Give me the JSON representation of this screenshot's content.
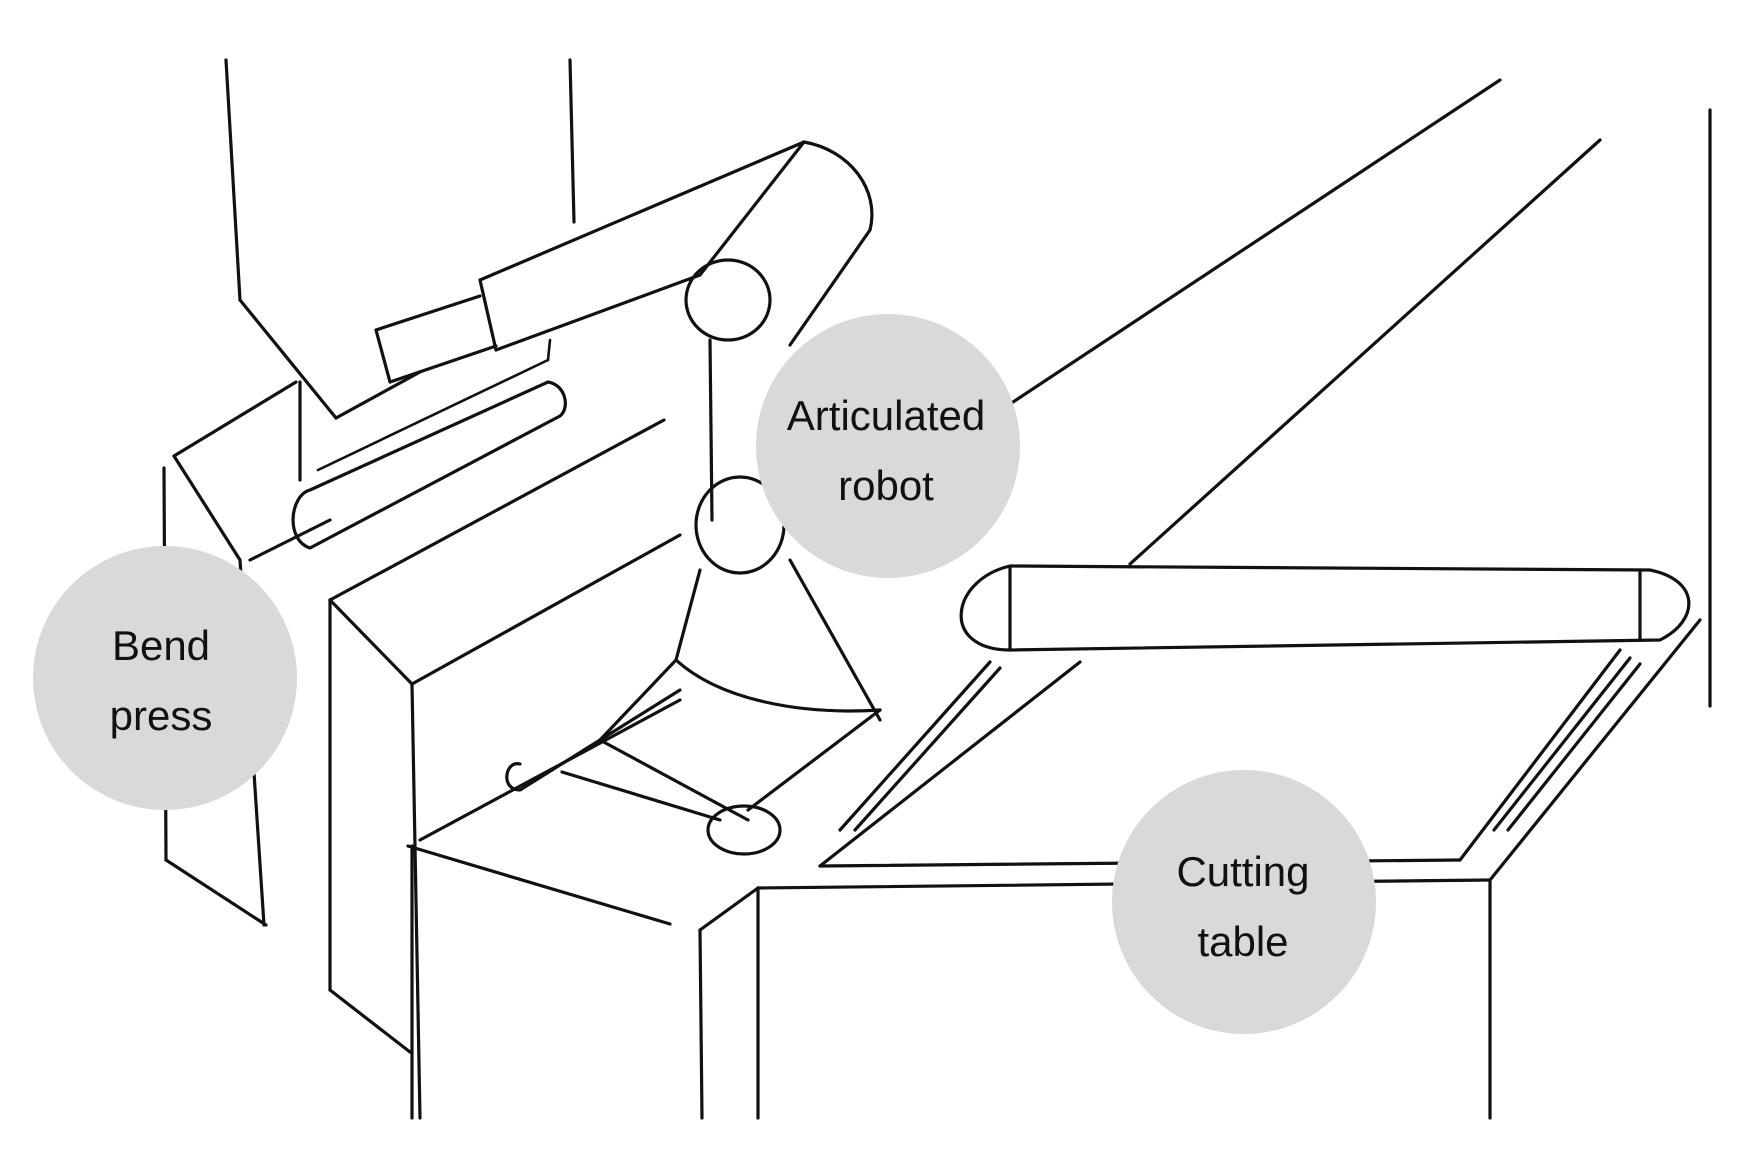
{
  "colors": {
    "background": "#ffffff",
    "ink": "#111111",
    "label_bubble": "#d9d9d9"
  },
  "labels": {
    "bend_press": {
      "line1": "Bend",
      "line2": "press"
    },
    "articulated_robot": {
      "line1": "Articulated",
      "line2": "robot"
    },
    "cutting_table": {
      "line1": "Cutting",
      "line2": "table"
    }
  }
}
